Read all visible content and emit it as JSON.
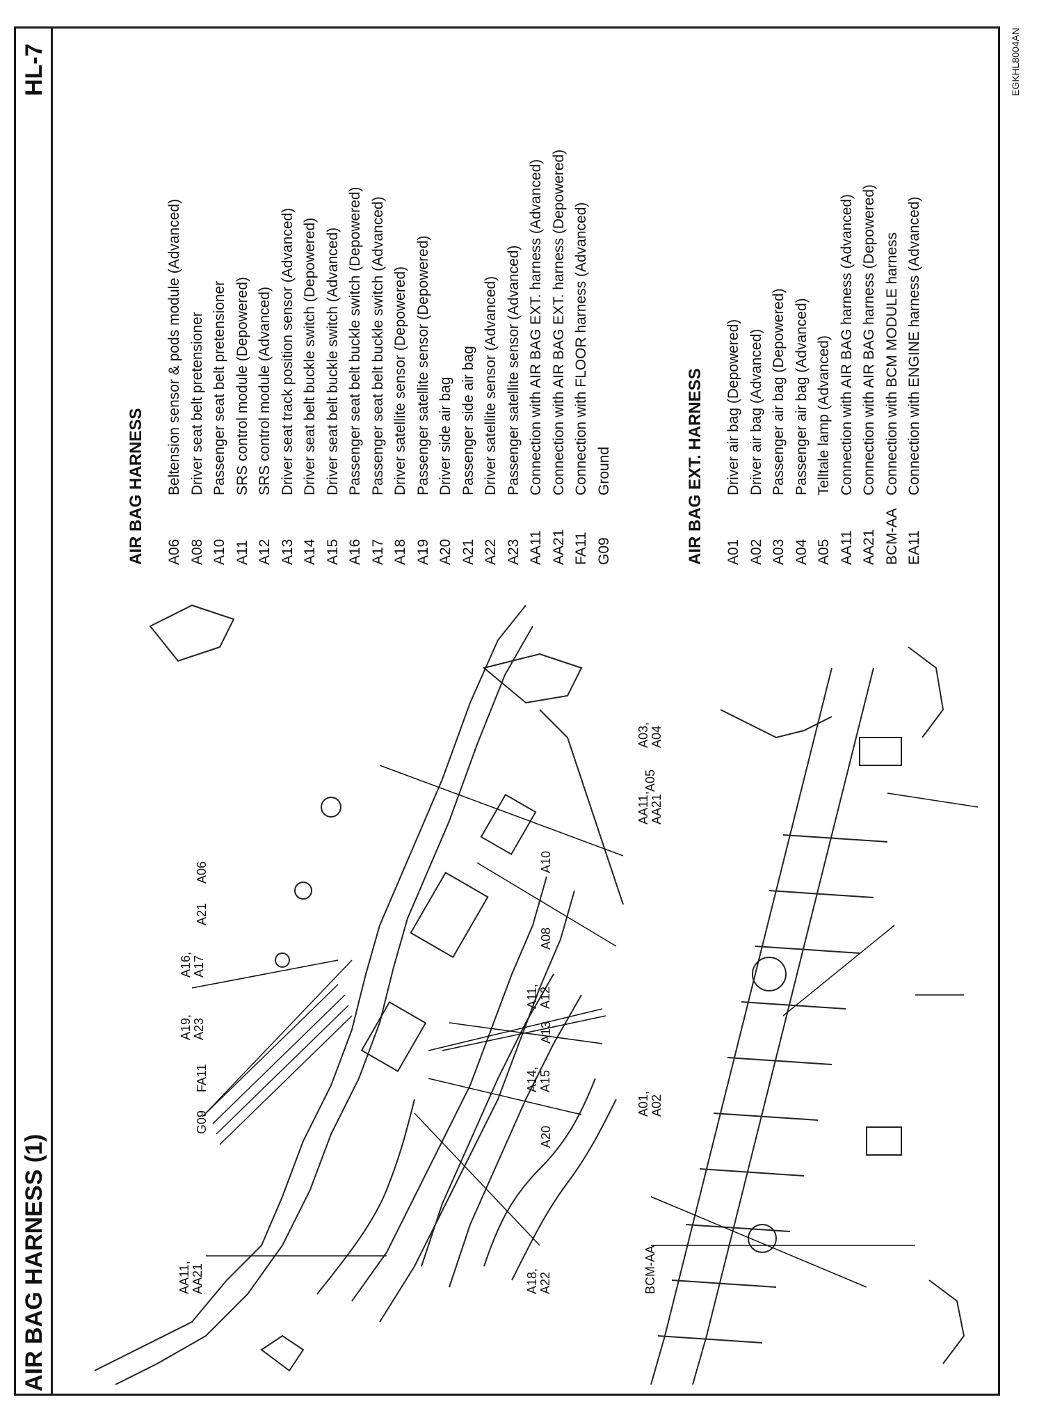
{
  "header": {
    "title": "AIR BAG HARNESS (1)",
    "page": "HL-7",
    "figure_code": "EGKHL8004AN"
  },
  "legend_main": {
    "title": "AIR BAG HARNESS",
    "items": [
      {
        "code": "A06",
        "desc": "Beltension sensor & pods module (Advanced)"
      },
      {
        "code": "A08",
        "desc": "Driver seat belt pretensioner"
      },
      {
        "code": "A10",
        "desc": "Passenger seat belt pretensioner"
      },
      {
        "code": "A11",
        "desc": "SRS control module (Depowered)"
      },
      {
        "code": "A12",
        "desc": "SRS control module (Advanced)"
      },
      {
        "code": "A13",
        "desc": "Driver seat track position sensor (Advanced)"
      },
      {
        "code": "A14",
        "desc": "Driver seat belt buckle switch (Depowered)"
      },
      {
        "code": "A15",
        "desc": "Driver seat belt buckle switch (Advanced)"
      },
      {
        "code": "A16",
        "desc": "Passenger seat belt buckle switch (Depowered)"
      },
      {
        "code": "A17",
        "desc": "Passenger seat belt buckle switch (Advanced)"
      },
      {
        "code": "A18",
        "desc": "Driver satellite sensor (Depowered)"
      },
      {
        "code": "A19",
        "desc": "Passenger satellite sensor (Depowered)"
      },
      {
        "code": "A20",
        "desc": "Driver side air bag"
      },
      {
        "code": "A21",
        "desc": "Passenger side air bag"
      },
      {
        "code": "A22",
        "desc": "Driver satellite sensor (Advanced)"
      },
      {
        "code": "A23",
        "desc": "Passenger satellite sensor (Advanced)"
      },
      {
        "code": "AA11",
        "desc": "Connection with AIR BAG EXT. harness (Advanced)"
      },
      {
        "code": "AA21",
        "desc": "Connection with AIR BAG EXT. harness (Depowered)"
      },
      {
        "code": "FA11",
        "desc": "Connection with FLOOR harness (Advanced)"
      },
      {
        "code": "G09",
        "desc": "Ground"
      }
    ]
  },
  "legend_ext": {
    "title": "AIR BAG EXT. HARNESS",
    "items": [
      {
        "code": "A01",
        "desc": "Driver air bag (Depowered)"
      },
      {
        "code": "A02",
        "desc": "Driver air bag (Advanced)"
      },
      {
        "code": "A03",
        "desc": "Passenger air bag (Depowered)"
      },
      {
        "code": "A04",
        "desc": "Passenger air bag (Advanced)"
      },
      {
        "code": "A05",
        "desc": "Telltale lamp (Advanced)"
      },
      {
        "code": "AA11",
        "desc": "Connection with AIR BAG harness (Advanced)"
      },
      {
        "code": "AA21",
        "desc": "Connection with AIR BAG harness (Depowered)"
      },
      {
        "code": "BCM-AA",
        "desc": "Connection with BCM MODULE harness"
      },
      {
        "code": "EA11",
        "desc": "Connection with ENGINE harness (Advanced)"
      }
    ]
  },
  "callouts_floor": [
    {
      "text": "AA11,\nAA21"
    },
    {
      "text": "G09"
    },
    {
      "text": "FA11"
    },
    {
      "text": "A19,\nA23"
    },
    {
      "text": "A16,\nA17"
    },
    {
      "text": "A21"
    },
    {
      "text": "A06"
    },
    {
      "text": "A18,\nA22"
    },
    {
      "text": "A20"
    },
    {
      "text": "A14,\nA15"
    },
    {
      "text": "A13"
    },
    {
      "text": "A11,\nA12"
    },
    {
      "text": "A08"
    },
    {
      "text": "A10"
    }
  ],
  "callouts_dash": [
    {
      "text": "BCM-AA"
    },
    {
      "text": "A01,\nA02"
    },
    {
      "text": "AA11,\nAA21"
    },
    {
      "text": "A05"
    },
    {
      "text": "A03,\nA04"
    }
  ]
}
